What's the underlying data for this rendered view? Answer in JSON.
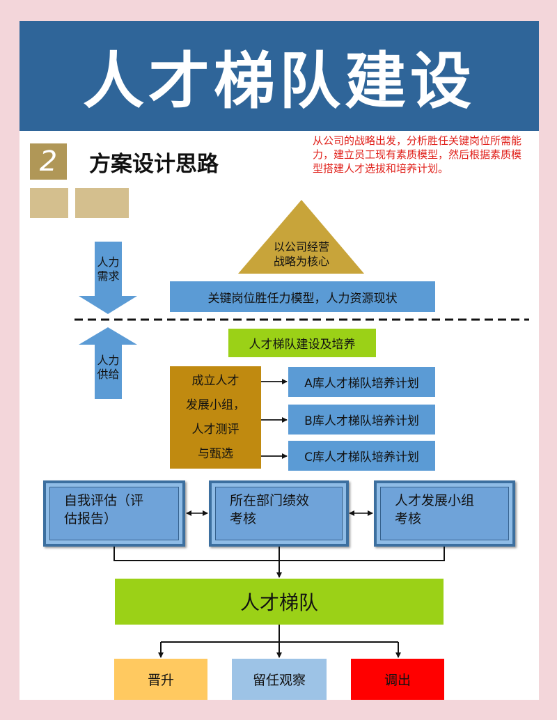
{
  "header": {
    "title": "人才梯队建设"
  },
  "section": {
    "number": "2",
    "title": "方案设计思路"
  },
  "note": {
    "text": "从公司的战略出发，分析胜任关键岗位所需能力，建立员工现有素质模型，然后根据素质模型搭建人才选拔和培养计划。"
  },
  "top": {
    "triangle_lines": [
      "以公司经营",
      "战略为核心"
    ],
    "model_bar": "关键岗位胜任力模型，人力资源现状"
  },
  "side": {
    "demand": [
      "人力",
      "需求"
    ],
    "supply": [
      "人力",
      "供给"
    ]
  },
  "middle": {
    "build_label": "人才梯队建设及培养",
    "group_lines": [
      "成立人才",
      "发展小组，",
      "人才测评",
      "与甄选"
    ],
    "plans": [
      "A库人才梯队培养计划",
      "B库人才梯队培养计划",
      "C库人才梯队培养计划"
    ]
  },
  "eval": {
    "boxes": [
      [
        "自我评估（评",
        "估报告）"
      ],
      [
        "所在部门绩效",
        "考核"
      ],
      [
        "人才发展小组",
        "考核"
      ]
    ]
  },
  "result": {
    "pool_label": "人才梯队",
    "outcomes": [
      "晋升",
      "留任观察",
      "调出"
    ]
  },
  "colors": {
    "banner": "#2f6599",
    "gold": "#b09757",
    "triangle": "#c8a43a",
    "blue": "#5b9bd5",
    "green": "#9bd117",
    "brown": "#c08a10",
    "promote": "#ffc960",
    "observe": "#9dc3e6",
    "transfer": "#ff0000",
    "note": "#e0201a"
  }
}
